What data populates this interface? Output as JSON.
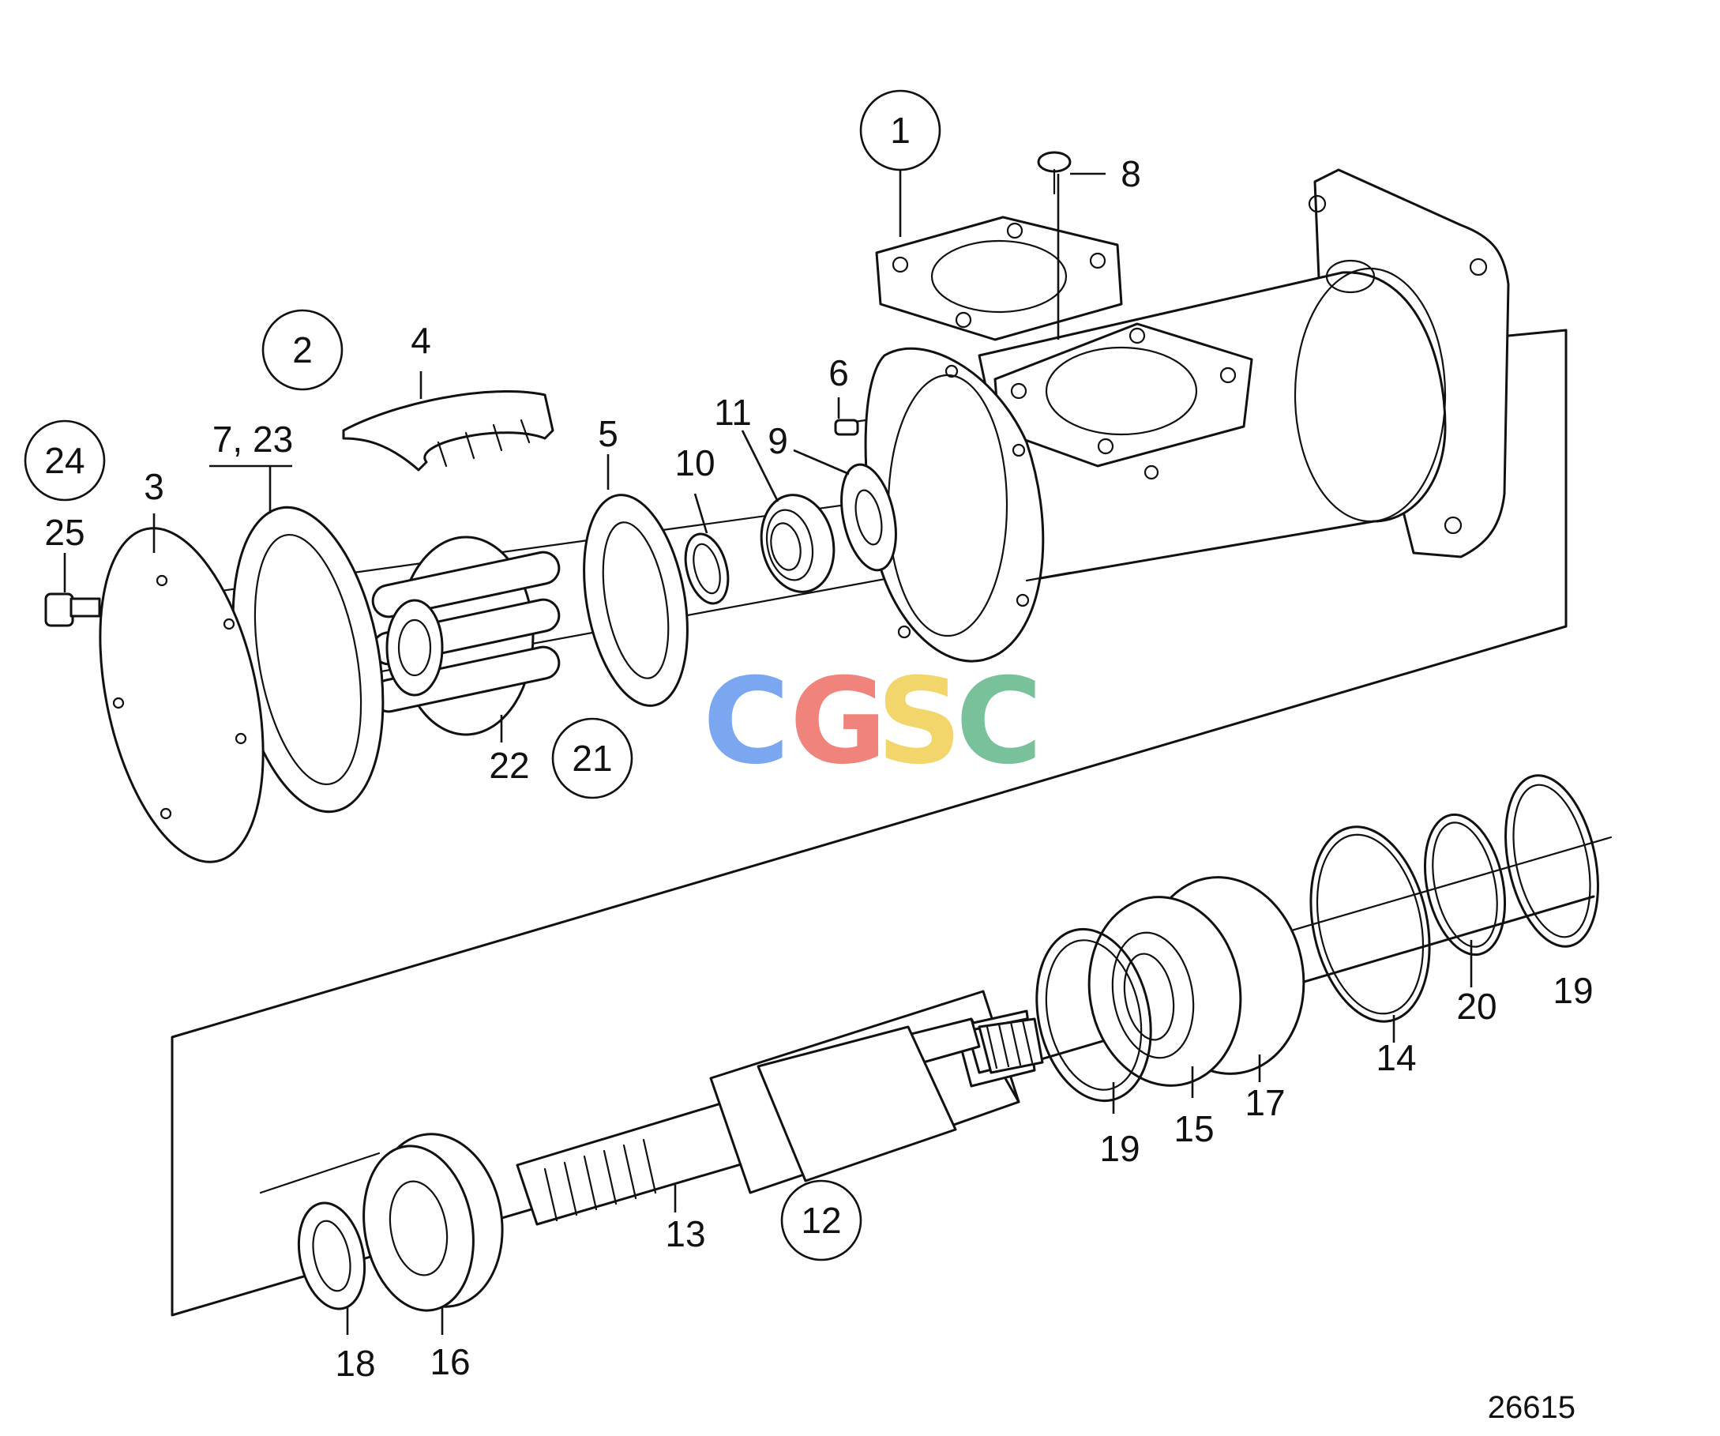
{
  "diagram": {
    "drawing_number": "26615",
    "watermark": {
      "letters": [
        "C",
        "G",
        "S",
        "C"
      ],
      "colors": [
        "#7aa7f0",
        "#f0847c",
        "#f3d66b",
        "#79c19a"
      ]
    },
    "group_labels": [
      "1",
      "2",
      "12",
      "21",
      "24"
    ],
    "part_labels": {
      "p3": "3",
      "p4": "4",
      "p5": "5",
      "p6": "6",
      "p7_23": "7, 23",
      "p8": "8",
      "p9": "9",
      "p10": "10",
      "p11": "11",
      "p13": "13",
      "p14": "14",
      "p15": "15",
      "p16": "16",
      "p17": "17",
      "p18": "18",
      "p19a": "19",
      "p19b": "19",
      "p20": "20",
      "p22": "22",
      "p25": "25"
    }
  }
}
